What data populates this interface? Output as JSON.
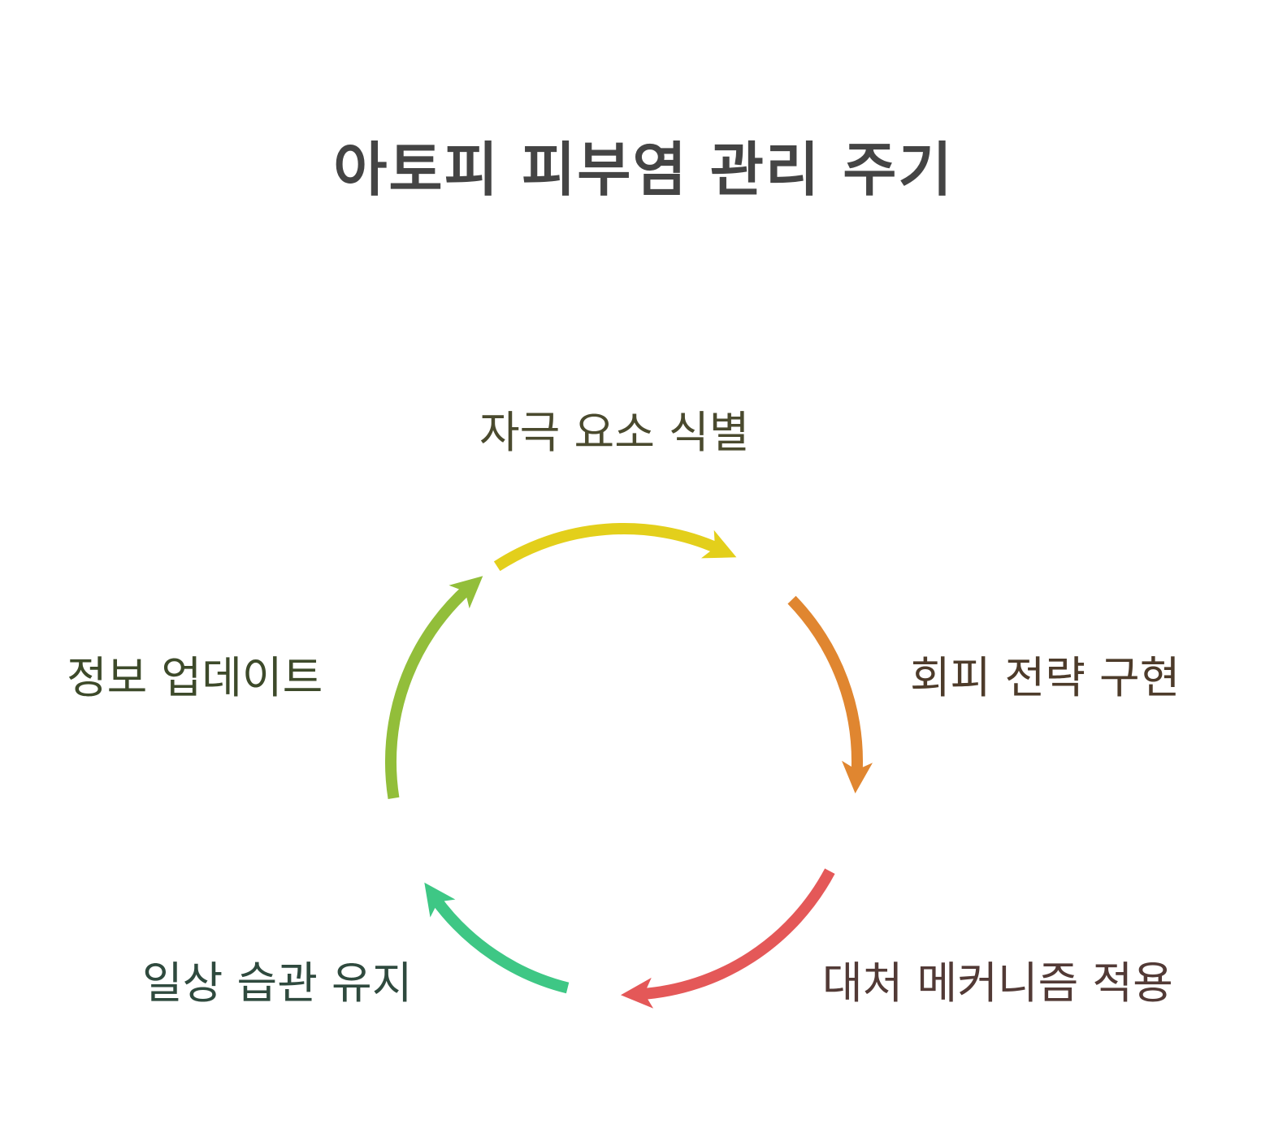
{
  "title": "아토피 피부염 관리 주기",
  "steps": [
    {
      "label": "자극 요소 식별",
      "color": "#E3CF1B"
    },
    {
      "label": "회피 전략 구현",
      "color": "#E08630"
    },
    {
      "label": "대처 메커니즘 적용",
      "color": "#E45858"
    },
    {
      "label": "일상 습관 유지",
      "color": "#3EC785"
    },
    {
      "label": "정보 업데이트",
      "color": "#92BE3A"
    }
  ]
}
